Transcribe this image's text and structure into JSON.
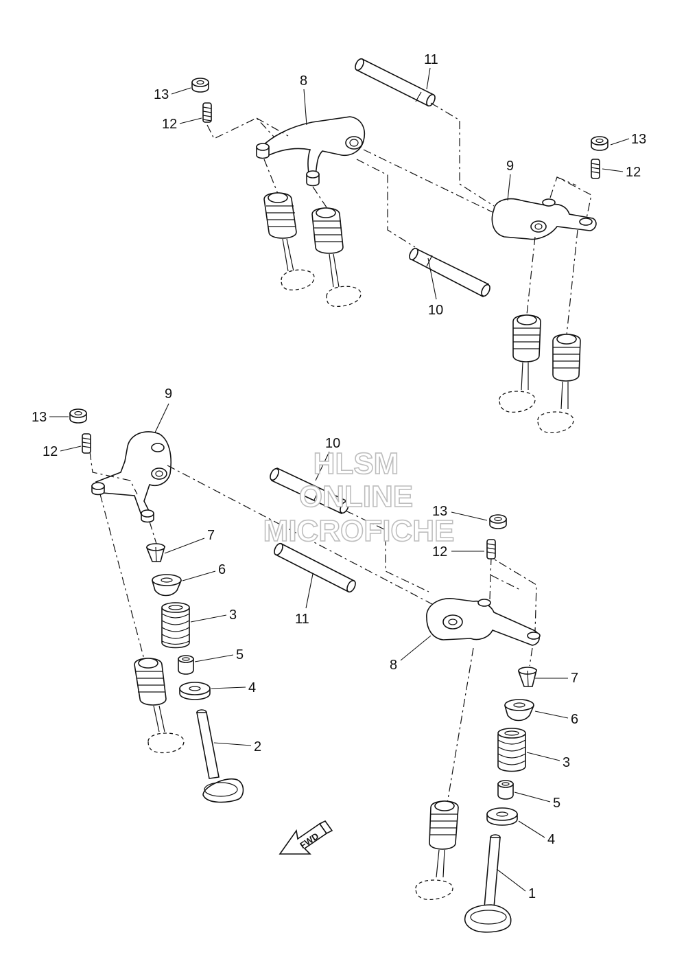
{
  "watermark": {
    "line1": "HLSM",
    "line2": "ONLINE",
    "line3": "MICROFICHE"
  },
  "direction_marker": {
    "label": "FWD"
  },
  "callouts": {
    "top": {
      "c13a": "13",
      "c12a": "12",
      "c8": "8",
      "c11": "11",
      "c9": "9",
      "c13b": "13",
      "c12b": "12",
      "c10": "10"
    },
    "bottom": {
      "c9": "9",
      "c13a": "13",
      "c12a": "12",
      "c10": "10",
      "c13b": "13",
      "c12b": "12",
      "c7a": "7",
      "c6a": "6",
      "c3a": "3",
      "c5a": "5",
      "c4a": "4",
      "c2": "2",
      "c11": "11",
      "c8": "8",
      "c7b": "7",
      "c6b": "6",
      "c3b": "3",
      "c5b": "5",
      "c4b": "4",
      "c1": "1"
    }
  }
}
